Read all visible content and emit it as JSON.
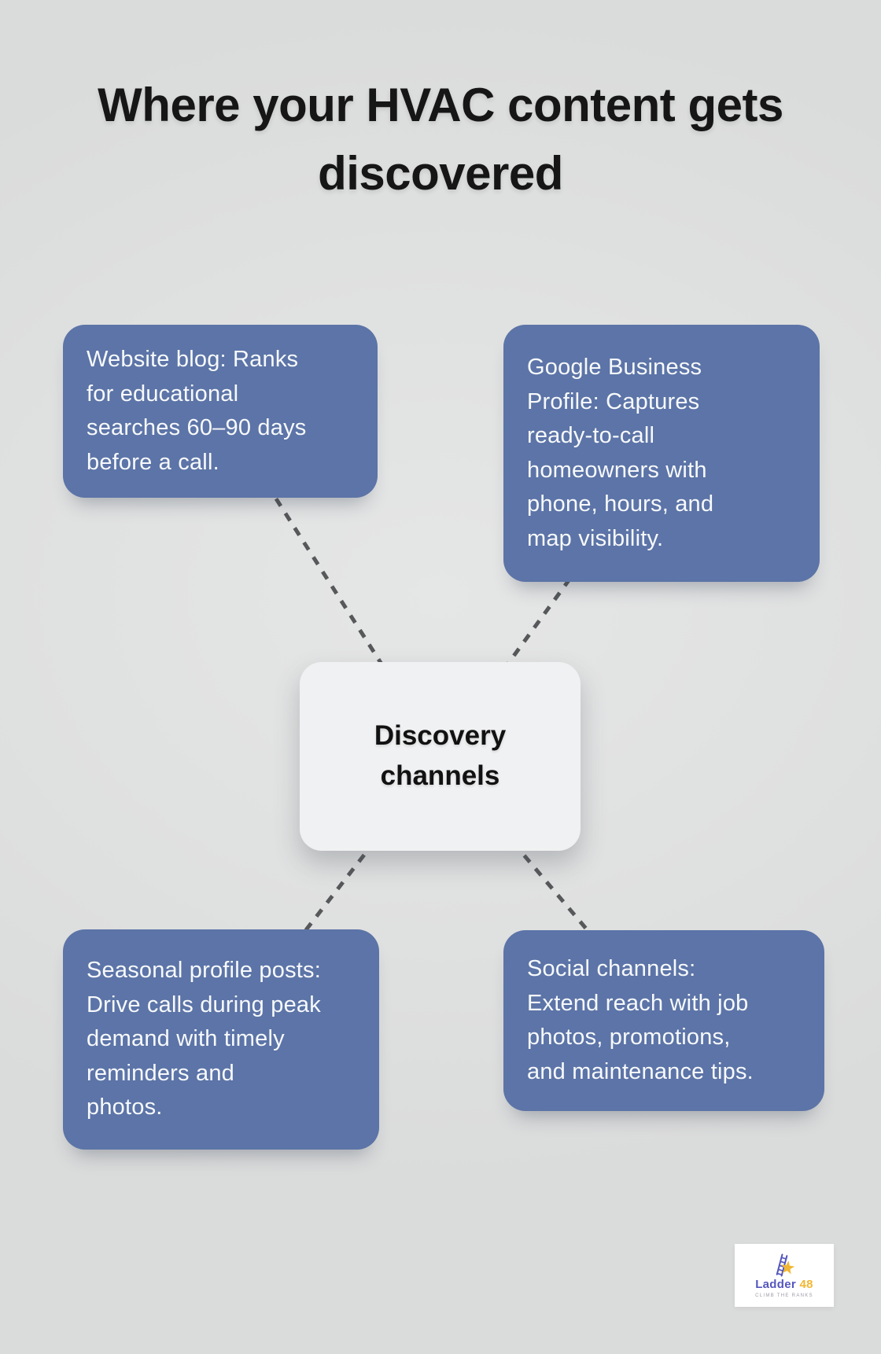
{
  "title": "Where your HVAC content gets\ndiscovered",
  "center": {
    "label": "Discovery\nchannels"
  },
  "nodes": [
    {
      "id": "website-blog",
      "text": "Website blog: Ranks\nfor educational\nsearches 60–90 days\nbefore a call."
    },
    {
      "id": "google-business-profile",
      "text": "Google Business\nProfile: Captures\nready-to-call\nhomeowners with\nphone, hours, and\nmap visibility."
    },
    {
      "id": "seasonal-profile-posts",
      "text": "Seasonal profile posts:\nDrive calls during peak\ndemand with timely\nreminders and\nphotos."
    },
    {
      "id": "social-channels",
      "text": "Social channels:\nExtend reach with job\nphotos, promotions,\nand maintenance tips."
    }
  ],
  "logo": {
    "brand": "Ladder",
    "number": "48",
    "tagline": "CLIMB THE RANKS"
  },
  "colors": {
    "accent_blue": "#5c74a7",
    "background": "#dfe0e0",
    "card_light": "#f0f1f2",
    "connector": "#56585a",
    "title_text": "#161616",
    "box_text": "#f7f9fb",
    "logo_indigo": "#5456bd",
    "logo_gold": "#f2b732",
    "logo_tagline": "#9b9ba8"
  }
}
